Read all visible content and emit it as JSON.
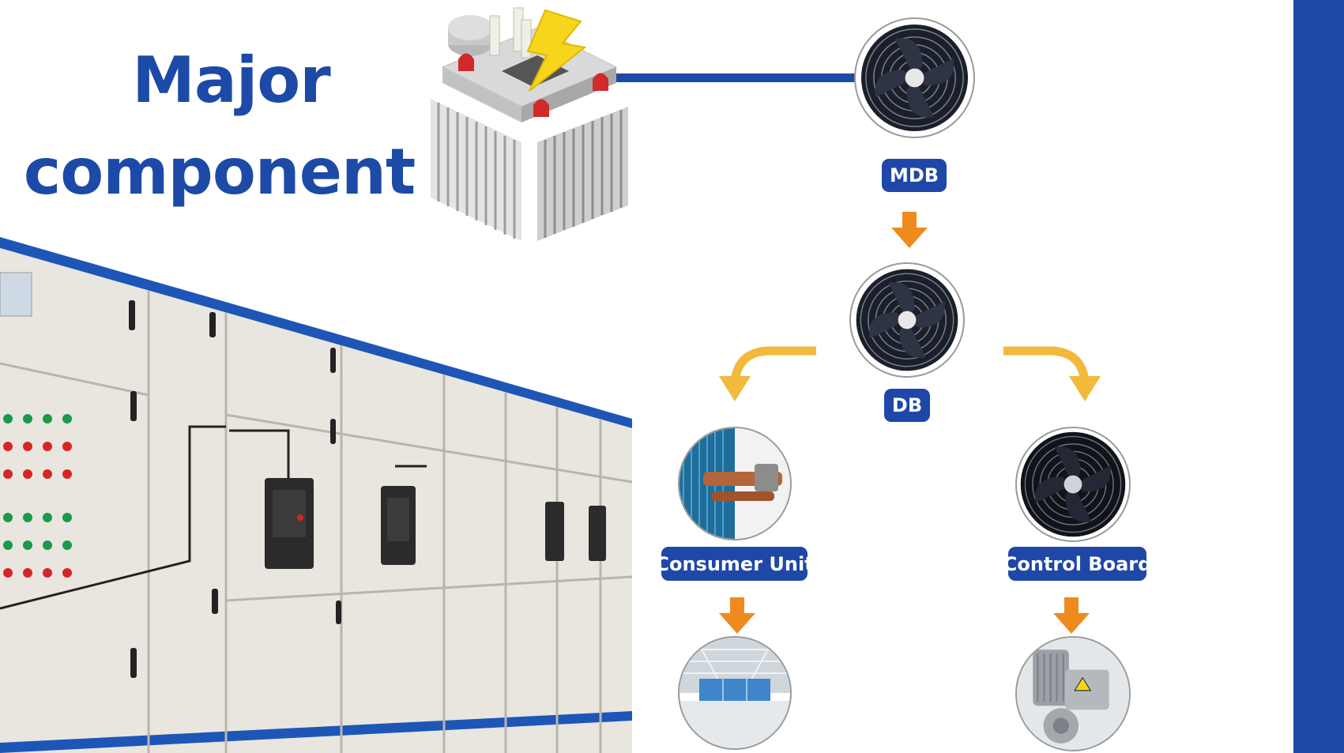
{
  "title": {
    "line1": "Major",
    "line2": "component"
  },
  "nodes": {
    "mdb": "MDB",
    "db": "DB",
    "consumer_unit": "Consumer Unit",
    "control_board": "Control Board"
  },
  "icons": {
    "transformer": "transformer-icon",
    "switchgear": "switchgear-panel-image",
    "fan": "fan-icon",
    "condenser_valve": "condenser-pipe-image",
    "warehouse": "warehouse-image",
    "motor": "motor-image"
  },
  "colors": {
    "brand_blue": "#1c4aa6",
    "pill_blue": "#1f47a8",
    "arrow_orange": "#ef8a1e",
    "arrow_yellow": "#f2b93b",
    "lightning_yellow": "#f7d51d"
  }
}
